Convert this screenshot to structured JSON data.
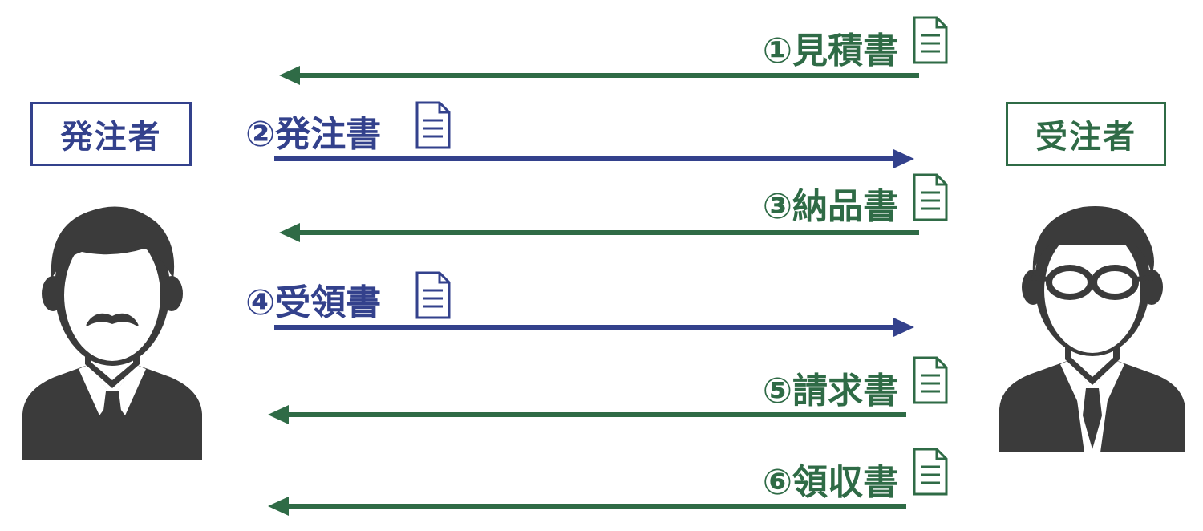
{
  "colors": {
    "blue": "#33418c",
    "green": "#2f6b46",
    "figure": "#3b3b3b"
  },
  "roles": {
    "orderer": "発注者",
    "contractor": "受注者"
  },
  "documents": [
    {
      "label": "①見積書",
      "direction": "contractor-to-orderer"
    },
    {
      "label": "②発注書",
      "direction": "orderer-to-contractor"
    },
    {
      "label": "③納品書",
      "direction": "contractor-to-orderer"
    },
    {
      "label": "④受領書",
      "direction": "orderer-to-contractor"
    },
    {
      "label": "⑤請求書",
      "direction": "contractor-to-orderer"
    },
    {
      "label": "⑥領収書",
      "direction": "contractor-to-orderer"
    }
  ]
}
